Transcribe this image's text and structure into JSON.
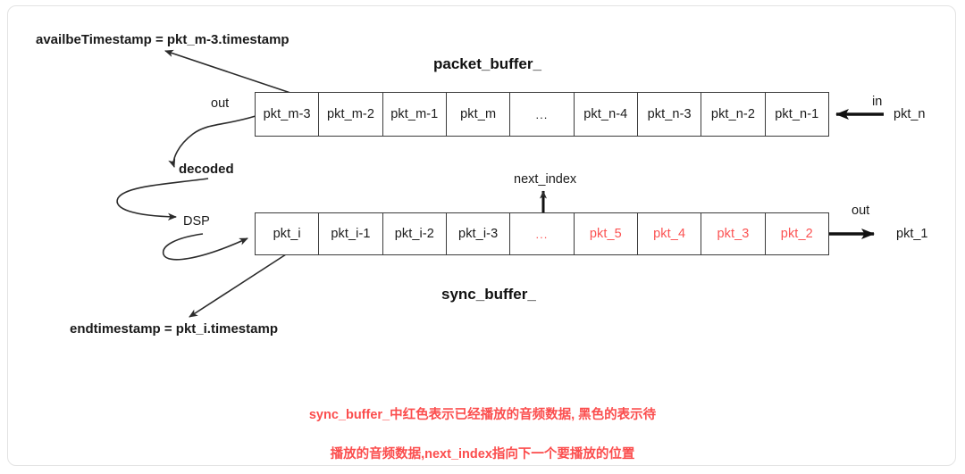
{
  "page": {
    "background_color": "#ffffff",
    "frame_color": "#e3e3e3",
    "text_color": "#1a1a1a",
    "red_color": "#fb5252",
    "caption_red": "#fb4d4d",
    "stroke_color": "#3b3b3b"
  },
  "packet_buffer": {
    "title": "packet_buffer_",
    "cells": [
      {
        "label": "pkt_m-3",
        "color": "black"
      },
      {
        "label": "pkt_m-2",
        "color": "black"
      },
      {
        "label": "pkt_m-1",
        "color": "black"
      },
      {
        "label": "pkt_m",
        "color": "black"
      },
      {
        "label": "...",
        "color": "black"
      },
      {
        "label": "pkt_n-4",
        "color": "black"
      },
      {
        "label": "pkt_n-3",
        "color": "black"
      },
      {
        "label": "pkt_n-2",
        "color": "black"
      },
      {
        "label": "pkt_n-1",
        "color": "black"
      }
    ],
    "in_label": "in",
    "in_packet": "pkt_n",
    "out_label": "out",
    "availble_timestamp": "availbeTimestamp = pkt_m-3.timestamp"
  },
  "sync_buffer": {
    "title": "sync_buffer_",
    "cells": [
      {
        "label": "pkt_i",
        "color": "black"
      },
      {
        "label": "pkt_i-1",
        "color": "black"
      },
      {
        "label": "pkt_i-2",
        "color": "black"
      },
      {
        "label": "pkt_i-3",
        "color": "black"
      },
      {
        "label": "...",
        "color": "red"
      },
      {
        "label": "pkt_5",
        "color": "red"
      },
      {
        "label": "pkt_4",
        "color": "red"
      },
      {
        "label": "pkt_3",
        "color": "red"
      },
      {
        "label": "pkt_2",
        "color": "red"
      }
    ],
    "next_index_label": "next_index",
    "out_label": "out",
    "out_packet": "pkt_1",
    "end_timestamp": "endtimestamp = pkt_i.timestamp"
  },
  "pipeline": {
    "decoded_label": "decoded",
    "dsp_label": "DSP"
  },
  "caption": {
    "line1": "sync_buffer_中红色表示已经播放的音频数据, 黑色的表示待",
    "line2": "播放的音频数据,next_index指向下一个要播放的位置"
  }
}
